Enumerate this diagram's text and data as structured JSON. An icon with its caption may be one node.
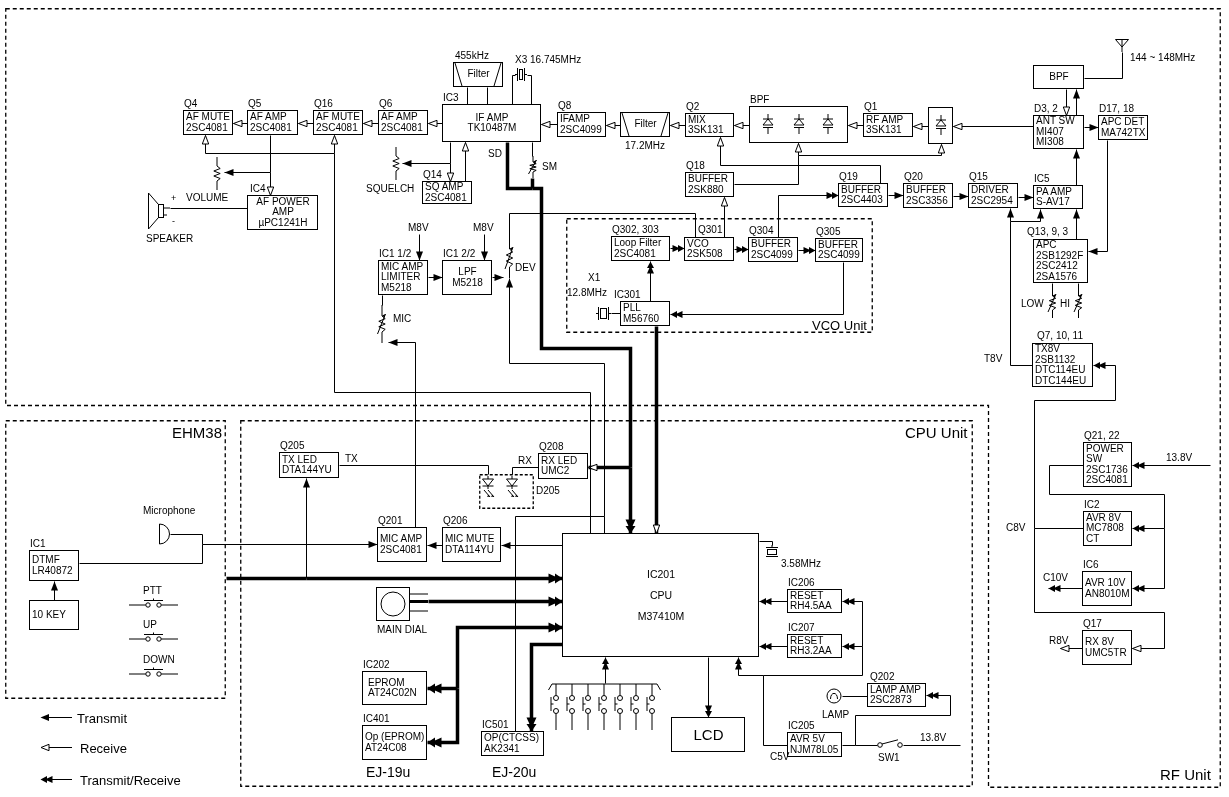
{
  "diagram": {
    "nodes": [
      {
        "text": [
          "RF Unit"
        ]
      },
      {
        "text": [
          "Q4",
          "AF MUTE",
          "2SC4081"
        ],
        "in": 0
      },
      {
        "text": [
          "Q5",
          "AF AMP",
          "2SC4081"
        ],
        "in": 0
      },
      {
        "text": [
          "Q16",
          "AF MUTE",
          "2SC4081"
        ],
        "in": 0
      },
      {
        "text": [
          "Q6",
          "AF AMP",
          "2SC4081"
        ],
        "in": 0
      },
      {
        "text": [
          "IC3",
          "IF AMP",
          "TK10487M"
        ],
        "in": 0
      },
      {
        "text": [
          "455kHz",
          "Filter"
        ],
        "in": 0
      },
      {
        "text": [
          "X3 16.745MHz"
        ],
        "in": 0
      },
      {
        "text": [
          "Q8",
          "IFAMP",
          "2SC4099"
        ],
        "in": 0
      },
      {
        "text": [
          "Filter",
          "17.2MHz"
        ],
        "in": 0
      },
      {
        "text": [
          "Q2",
          "MIX",
          "3SK131"
        ],
        "in": 0
      },
      {
        "text": [
          "BPF"
        ],
        "in": 0
      },
      {
        "text": [
          "Q1",
          "RF AMP",
          "3SK131"
        ],
        "in": 0
      },
      {
        "text": [],
        "shape": "box",
        "in": 0
      },
      {
        "text": [
          "BPF"
        ],
        "in": 0
      },
      {
        "text": [],
        "shape": "antenna",
        "beside": [
          "144 ~ 148MHz"
        ],
        "in": 0
      },
      {
        "text": [
          "D3, 2",
          "ANT SW",
          "MI407",
          "MI308"
        ],
        "in": 0
      },
      {
        "text": [
          "D17, 18",
          "APC DET",
          "MA742TX"
        ],
        "in": 0
      },
      {
        "text": [
          "SQUELCH"
        ],
        "in": 0
      },
      {
        "text": [
          "Q14",
          "SQ AMP",
          "2SC4081"
        ],
        "in": 0
      },
      {
        "text": [
          "SM"
        ],
        "in": 0
      },
      {
        "text": [
          "VOLUME"
        ],
        "in": 0
      },
      {
        "text": [
          "IC4",
          "AF POWER AMP",
          "µPC1241H"
        ],
        "in": 0
      },
      {
        "text": [
          "SPEAKER"
        ],
        "in": 0
      },
      {
        "text": [
          "Q18",
          "BUFFER",
          "2SK880"
        ],
        "in": 0
      },
      {
        "text": [
          "Q19",
          "BUFFER",
          "2SC4403"
        ],
        "in": 0
      },
      {
        "text": [
          "Q20",
          "BUFFER",
          "2SC3356"
        ],
        "in": 0
      },
      {
        "text": [
          "Q15",
          "DRIVER",
          "2SC2954"
        ],
        "in": 0
      },
      {
        "text": [
          "IC5",
          "PA AMP",
          "S-AV17"
        ],
        "in": 0
      },
      {
        "text": [
          "IC1 1/2",
          "MIC AMP LIMITER",
          "M5218"
        ],
        "in": 0
      },
      {
        "text": [
          "IC1 2/2",
          "LPF",
          "M5218"
        ],
        "in": 0
      },
      {
        "text": [
          "DEV"
        ],
        "in": 0
      },
      {
        "text": [
          "MIC"
        ],
        "in": 0
      },
      {
        "text": [
          "Q13, 9, 3",
          "APC",
          "2SB1292F",
          "2SC2412",
          "2SA1576"
        ],
        "in": 0
      },
      {
        "text": [
          "LOW"
        ],
        "in": 0
      },
      {
        "text": [
          "HI"
        ],
        "in": 0
      },
      {
        "text": [
          "Q7, 10, 11",
          "TX8V",
          "2SB1132",
          "DTC114EU",
          "DTC144EU"
        ],
        "in": 0
      },
      {
        "text": [
          "VCO Unit"
        ],
        "in": 0
      },
      {
        "text": [
          "Q302, 303",
          "Loop Filter",
          "2SC4081"
        ],
        "in": 37
      },
      {
        "text": [
          "Q301",
          "VCO",
          "2SK508"
        ],
        "in": 37
      },
      {
        "text": [
          "Q304",
          "BUFFER",
          "2SC4099"
        ],
        "in": 37
      },
      {
        "text": [
          "Q305",
          "BUFFER",
          "2SC4099"
        ],
        "in": 37
      },
      {
        "text": [
          "X1",
          "12.8MHz"
        ],
        "in": 37
      },
      {
        "text": [
          "IC301",
          "PLL",
          "M56760"
        ],
        "in": 37
      },
      {
        "text": [
          "Q21, 22",
          "POWER SW",
          "2SC1736",
          "2SC4081"
        ],
        "in": 0
      },
      {
        "text": [
          "IC2",
          "AVR 8V",
          "MC7808 CT"
        ],
        "in": 0
      },
      {
        "text": [
          "IC6",
          "AVR 10V",
          "AN8010M"
        ],
        "in": 0
      },
      {
        "text": [
          "Q17",
          "RX 8V",
          "UMC5TR"
        ],
        "in": 0
      },
      {
        "text": [
          "EHM38"
        ]
      },
      {
        "text": [
          "Microphone"
        ],
        "in": 48
      },
      {
        "text": [
          "IC1",
          "DTMF",
          "LR40872"
        ],
        "in": 48
      },
      {
        "text": [
          "10 KEY"
        ],
        "in": 48
      },
      {
        "text": [
          "PTT"
        ],
        "in": 48
      },
      {
        "text": [
          "UP"
        ],
        "in": 48
      },
      {
        "text": [
          "DOWN"
        ],
        "in": 48
      },
      {
        "text": [
          "CPU Unit"
        ]
      },
      {
        "text": [
          "Q205",
          "TX LED",
          "DTA144YU"
        ],
        "in": 55
      },
      {
        "text": [
          "D205"
        ],
        "in": 55
      },
      {
        "text": [
          "Q208",
          "RX LED",
          "UMC2"
        ],
        "in": 55
      },
      {
        "text": [
          "Q201",
          "MIC AMP",
          "2SC4081"
        ],
        "in": 55
      },
      {
        "text": [
          "Q206",
          "MIC MUTE",
          "DTA114YU"
        ],
        "in": 55
      },
      {
        "text": [
          "IC201",
          "CPU",
          "M37410M"
        ],
        "in": 55
      },
      {
        "text": [
          "3.58MHz"
        ],
        "in": 55
      },
      {
        "text": [
          "MAIN DIAL"
        ],
        "in": 55
      },
      {
        "text": [
          "IC206",
          "RESET",
          "RH4.5AA"
        ],
        "in": 55
      },
      {
        "text": [
          "IC207",
          "RESET",
          "RH3.2AA"
        ],
        "in": 55
      },
      {
        "text": [
          "IC202",
          "EPROM",
          "AT24C02N"
        ],
        "in": 55
      },
      {
        "text": [
          "IC401",
          "Op (EPROM)",
          "AT24C08"
        ],
        "beside": [
          "EJ-19u"
        ],
        "in": 55
      },
      {
        "text": [],
        "shape": "switch",
        "in": 55
      },
      {
        "text": [
          "IC501",
          "OP(CTCSS)",
          "AK2341"
        ],
        "beside": [
          "EJ-20u"
        ],
        "in": 55
      },
      {
        "text": [
          "LCD"
        ],
        "in": 55
      },
      {
        "text": [
          "LAMP"
        ],
        "in": 55
      },
      {
        "text": [
          "Q202",
          "LAMP AMP",
          "2SC2873"
        ],
        "in": 55
      },
      {
        "text": [
          "IC205",
          "AVR 5V",
          "NJM78L05"
        ],
        "in": 55
      },
      {
        "text": [
          "SW1"
        ],
        "in": 55
      }
    ],
    "edges": [
      {
        "from": 15,
        "to": 14,
        "arrow": "none"
      },
      {
        "from": 14,
        "to": 16,
        "arrow": "to"
      },
      {
        "from": 16,
        "to": 14,
        "arrow": "to"
      },
      {
        "from": 16,
        "to": 13,
        "arrow": "to"
      },
      {
        "from": 13,
        "to": 12,
        "arrow": "to"
      },
      {
        "from": 12,
        "to": 11,
        "arrow": "to"
      },
      {
        "from": 11,
        "to": 10,
        "arrow": "to"
      },
      {
        "from": 10,
        "to": 9,
        "arrow": "to"
      },
      {
        "from": 9,
        "to": 8,
        "arrow": "to"
      },
      {
        "from": 8,
        "to": 5,
        "arrow": "to"
      },
      {
        "from": 5,
        "to": 4,
        "arrow": "to"
      },
      {
        "from": 4,
        "to": 3,
        "arrow": "to"
      },
      {
        "from": 3,
        "to": 2,
        "arrow": "to"
      },
      {
        "from": 2,
        "to": 1,
        "arrow": "to"
      },
      {
        "from": 2,
        "to": 22,
        "arrow": "to"
      },
      {
        "from": 21,
        "to": 22,
        "arrow": "both"
      },
      {
        "from": 22,
        "to": 23,
        "arrow": "none"
      },
      {
        "from": 6,
        "to": 5,
        "arrow": "none"
      },
      {
        "from": 6,
        "to": 5,
        "arrow": "none"
      },
      {
        "from": 7,
        "to": 5,
        "arrow": "none"
      },
      {
        "from": 7,
        "to": 5,
        "arrow": "none"
      },
      {
        "from": 5,
        "to": 19,
        "arrow": "to"
      },
      {
        "from": 19,
        "to": 5,
        "arrow": "to"
      },
      {
        "from": 5,
        "to": 18,
        "arrow": "to"
      },
      {
        "from": 5,
        "to": 20,
        "arrow": "none"
      },
      {
        "from": 5,
        "to": 61,
        "arrow": "to",
        "style": "thick"
      },
      {
        "from": 5,
        "to": 58,
        "arrow": "to",
        "style": "thick"
      },
      {
        "from": 20,
        "to": 61,
        "arrow": "to",
        "style": "thick"
      },
      {
        "from": 20,
        "to": 58,
        "arrow": "to",
        "style": "thick"
      },
      {
        "from": 61,
        "to": 3,
        "arrow": "to"
      },
      {
        "from": 61,
        "to": 1,
        "arrow": "to"
      },
      {
        "from": 39,
        "to": 24,
        "arrow": "to"
      },
      {
        "from": 24,
        "to": 11,
        "arrow": "to"
      },
      {
        "from": 24,
        "to": 13,
        "arrow": "to"
      },
      {
        "from": 25,
        "to": 10,
        "arrow": "to"
      },
      {
        "from": 38,
        "to": 39,
        "arrow": "to"
      },
      {
        "from": 39,
        "to": 40,
        "arrow": "to"
      },
      {
        "from": 40,
        "to": 41,
        "arrow": "to"
      },
      {
        "from": 41,
        "to": 43,
        "arrow": "to"
      },
      {
        "from": 43,
        "to": 38,
        "arrow": "to"
      },
      {
        "from": 42,
        "to": 43,
        "arrow": "none"
      },
      {
        "from": 40,
        "to": 25,
        "arrow": "to"
      },
      {
        "from": 25,
        "to": 26,
        "arrow": "to"
      },
      {
        "from": 26,
        "to": 27,
        "arrow": "to"
      },
      {
        "from": 27,
        "to": 28,
        "arrow": "to"
      },
      {
        "from": 28,
        "to": 16,
        "arrow": "to"
      },
      {
        "from": 16,
        "to": 17,
        "arrow": "to"
      },
      {
        "from": 17,
        "to": 33,
        "arrow": "to"
      },
      {
        "from": 33,
        "to": 28,
        "arrow": "to"
      },
      {
        "from": 34,
        "to": 33,
        "arrow": "none"
      },
      {
        "from": 35,
        "to": 33,
        "arrow": "none"
      },
      {
        "from": 36,
        "to": 27,
        "arrow": "to"
      },
      {
        "from": 36,
        "to": 28,
        "arrow": "to"
      },
      {
        "from": null,
        "to": 29,
        "arrow": "to",
        "label": "M8V"
      },
      {
        "from": null,
        "to": 30,
        "arrow": "to",
        "label": "M8V"
      },
      {
        "from": 29,
        "to": 30,
        "arrow": "to"
      },
      {
        "from": 30,
        "to": 31,
        "arrow": "to"
      },
      {
        "from": 31,
        "to": 39,
        "arrow": "none"
      },
      {
        "from": 59,
        "to": 32,
        "arrow": "to"
      },
      {
        "from": 32,
        "to": 29,
        "arrow": "none"
      },
      {
        "from": 61,
        "to": 31,
        "arrow": "to"
      },
      {
        "from": 69,
        "to": 31,
        "arrow": "to"
      },
      {
        "from": 43,
        "to": 61,
        "arrow": "to",
        "style": "thick"
      },
      {
        "from": 48,
        "to": 61,
        "arrow": "to",
        "style": "thick"
      },
      {
        "from": 48,
        "to": 56,
        "arrow": "to"
      },
      {
        "from": 56,
        "to": 57,
        "arrow": "none",
        "label": "TX"
      },
      {
        "from": 58,
        "to": 57,
        "arrow": "none",
        "label": "RX"
      },
      {
        "from": 50,
        "to": 59,
        "arrow": "to"
      },
      {
        "from": 49,
        "to": 59,
        "arrow": "to"
      },
      {
        "from": 51,
        "to": 50,
        "arrow": "to"
      },
      {
        "from": 60,
        "to": 59,
        "arrow": "to"
      },
      {
        "from": 61,
        "to": 60,
        "arrow": "to"
      },
      {
        "from": 61,
        "to": 62,
        "arrow": "none"
      },
      {
        "from": 63,
        "to": 61,
        "arrow": "to",
        "style": "thick"
      },
      {
        "from": 66,
        "to": 61,
        "arrow": "both",
        "style": "thick"
      },
      {
        "from": 67,
        "to": 61,
        "arrow": "both",
        "style": "thick"
      },
      {
        "from": 61,
        "to": 69,
        "arrow": "to",
        "style": "thick"
      },
      {
        "from": 68,
        "to": 61,
        "arrow": "to"
      },
      {
        "from": 61,
        "to": 70,
        "arrow": "to"
      },
      {
        "from": 64,
        "to": 61,
        "arrow": "to"
      },
      {
        "from": 65,
        "to": 61,
        "arrow": "to"
      },
      {
        "from": 73,
        "to": 61,
        "arrow": "to"
      },
      {
        "from": 73,
        "to": 64,
        "arrow": "to"
      },
      {
        "from": 73,
        "to": 65,
        "arrow": "to"
      },
      {
        "from": 74,
        "to": 73,
        "arrow": "none"
      },
      {
        "from": 74,
        "to": 72,
        "arrow": "to"
      },
      {
        "from": 72,
        "to": 71,
        "arrow": "none"
      },
      {
        "from": null,
        "to": 74,
        "arrow": "none",
        "label": "13.8V"
      },
      {
        "from": null,
        "to": 44,
        "arrow": "to",
        "label": "13.8V"
      },
      {
        "from": 44,
        "to": 45,
        "arrow": "to"
      },
      {
        "from": 44,
        "to": 46,
        "arrow": "to"
      },
      {
        "from": 45,
        "to": 36,
        "arrow": "to"
      },
      {
        "from": 45,
        "to": 47,
        "arrow": "to"
      },
      {
        "from": 46,
        "to": null,
        "arrow": "to",
        "label": "C10V"
      },
      {
        "from": 47,
        "to": null,
        "arrow": "to",
        "label": "R8V"
      }
    ],
    "labels": [
      "SD",
      "+",
      "-",
      "T8V",
      "C8V",
      "C5V"
    ],
    "legend": [
      {
        "text": "Transmit"
      },
      {
        "text": "Receive"
      },
      {
        "text": "Transmit/Receive"
      }
    ]
  }
}
